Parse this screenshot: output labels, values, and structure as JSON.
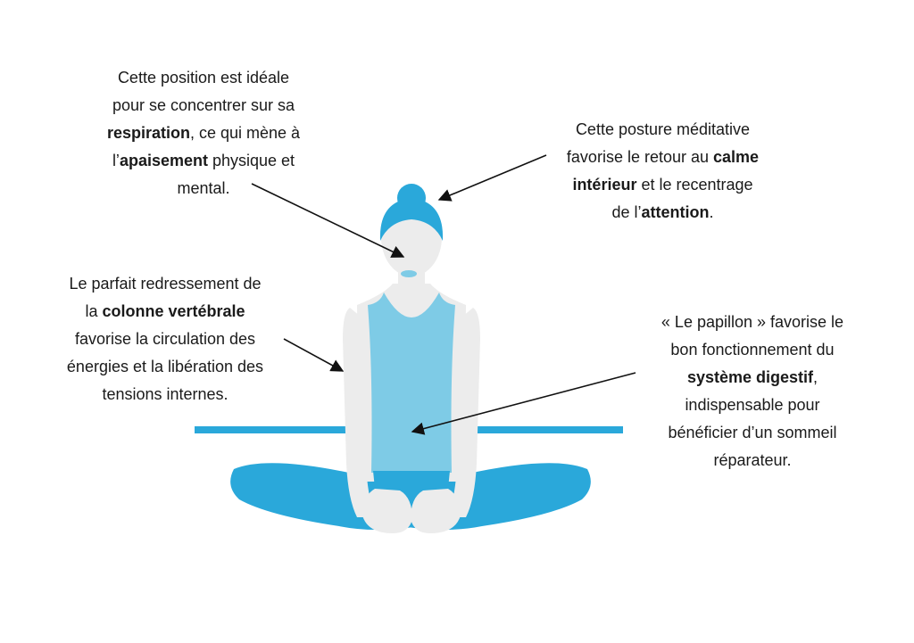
{
  "colors": {
    "accent_blue": "#2aa8da",
    "light_blue": "#7ecbe6",
    "skin_gray": "#ececec",
    "text": "#1a1a1a"
  },
  "callouts": {
    "respiration": {
      "l1": "Cette position est idéale",
      "l2": "pour se concentrer sur sa",
      "l3_bold": "respiration",
      "l3_rest": ", ce qui mène à",
      "l4_pre": "l’",
      "l4_bold": "apaisement",
      "l4_rest": " physique et",
      "l5": "mental."
    },
    "meditation": {
      "l1": "Cette posture méditative",
      "l2_pre": "favorise le retour au ",
      "l2_bold": "calme",
      "l3_bold": "intérieur",
      "l3_rest": " et le recentrage",
      "l4_pre": "de l’",
      "l4_bold": "attention",
      "l4_rest": "."
    },
    "spine": {
      "l1": "Le parfait redressement de",
      "l2_pre": "la ",
      "l2_bold": "colonne vertébrale",
      "l3": "favorise la circulation des",
      "l4": "énergies et la libération des",
      "l5": "tensions internes."
    },
    "papillon": {
      "l1": "« Le papillon » favorise le",
      "l2": "bon fonctionnement du",
      "l3_bold": "système digestif",
      "l3_rest": ",",
      "l4": "indispensable pour",
      "l5": "bénéficier d’un sommeil",
      "l6": "réparateur."
    }
  }
}
